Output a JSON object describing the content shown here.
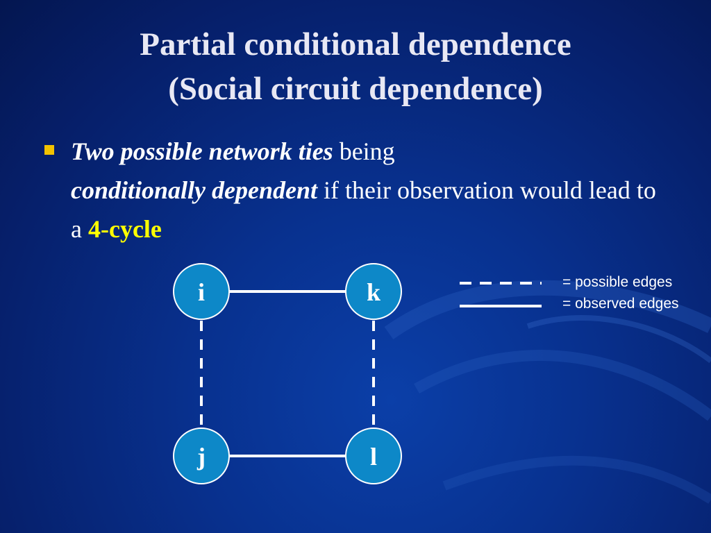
{
  "title": {
    "line1": "Partial conditional dependence",
    "line2": "(Social circuit dependence)"
  },
  "bullet": {
    "part1_bold_italic": "Two possible network ties",
    "part2": " being",
    "part3_bold_italic": "conditionally dependent",
    "part4": " if their observation would lead to a ",
    "part5_highlight": "4-cycle"
  },
  "diagram": {
    "nodes": [
      {
        "id": "i",
        "label": "i"
      },
      {
        "id": "k",
        "label": "k"
      },
      {
        "id": "j",
        "label": "j"
      },
      {
        "id": "l",
        "label": "l"
      }
    ],
    "edges": [
      {
        "from": "i",
        "to": "k",
        "type": "observed"
      },
      {
        "from": "j",
        "to": "l",
        "type": "observed"
      },
      {
        "from": "i",
        "to": "j",
        "type": "possible"
      },
      {
        "from": "k",
        "to": "l",
        "type": "possible"
      }
    ]
  },
  "legend": {
    "possible_label": "= possible edges",
    "observed_label": "= observed edges"
  },
  "colors": {
    "node_fill": "#0d88c8",
    "edge": "#ffffff",
    "bullet_marker": "#f2c200",
    "highlight": "#ffff00"
  }
}
